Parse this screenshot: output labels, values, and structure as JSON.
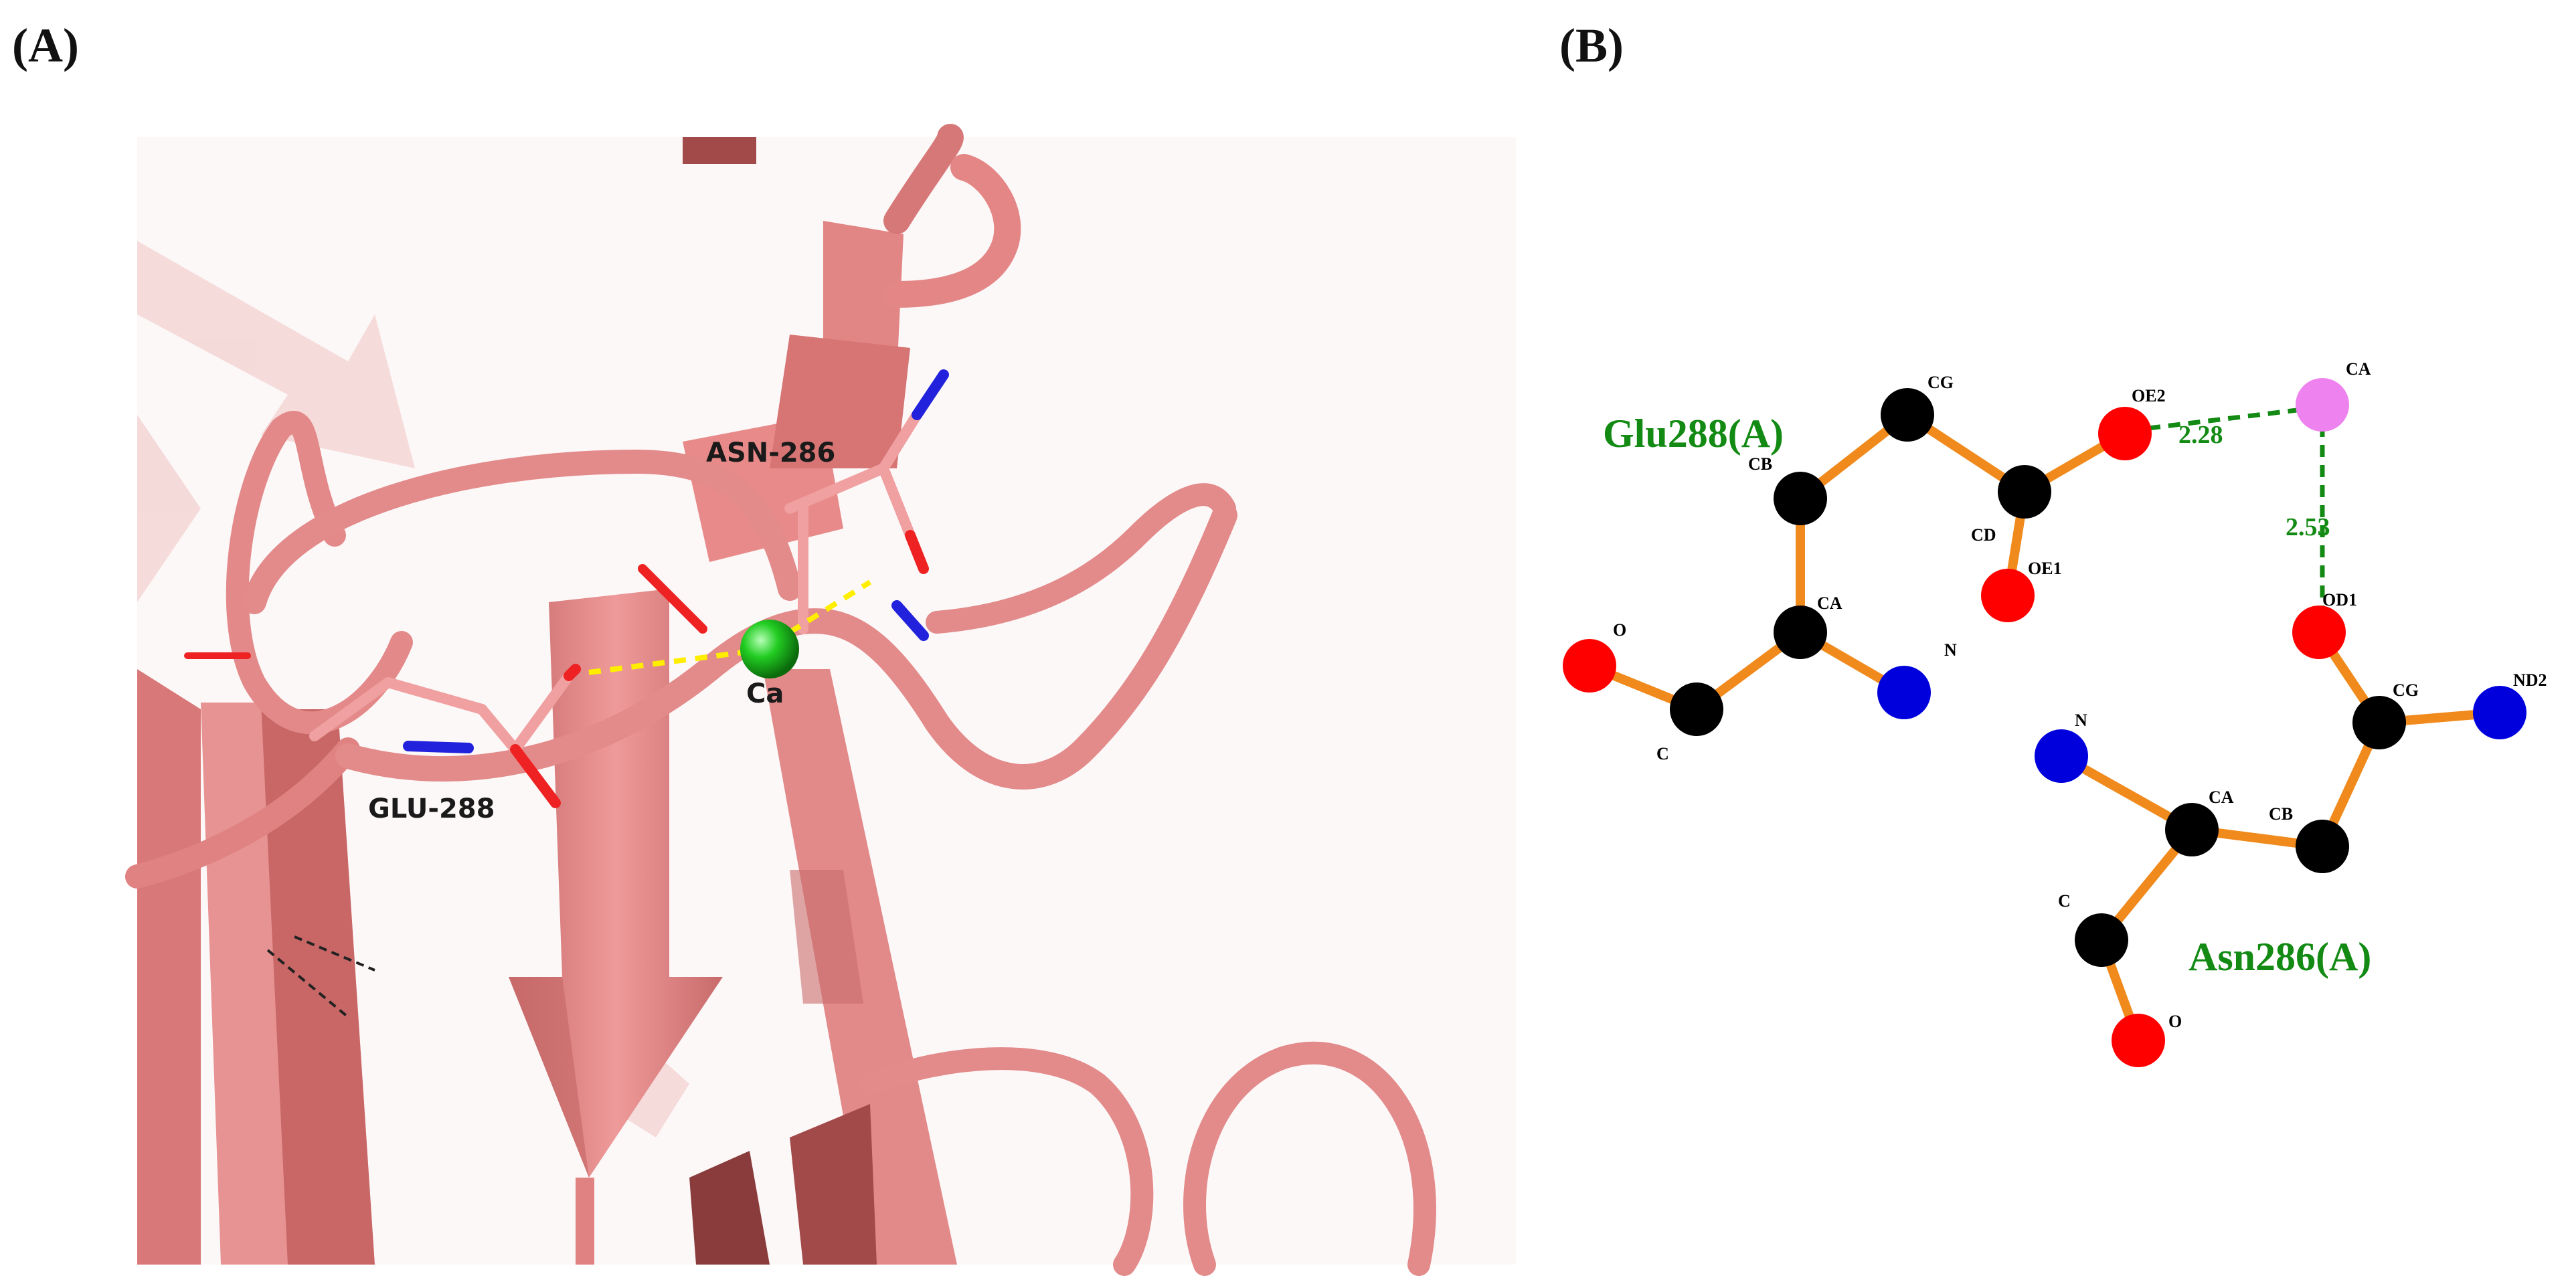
{
  "panels": {
    "a": {
      "label": "(A)"
    },
    "b": {
      "label": "(B)"
    }
  },
  "structure": {
    "labels": {
      "asn": "ASN-286",
      "glu": "GLU-288",
      "ion": "Ca"
    }
  },
  "ligplot": {
    "residues": {
      "glu": "Glu288(A)",
      "asn": "Asn286(A)"
    },
    "distances": {
      "oe2_ca": "2.28",
      "ca_od1": "2.53"
    },
    "atoms": {
      "glu_cg": "CG",
      "glu_cb": "CB",
      "glu_cd": "CD",
      "glu_oe2": "OE2",
      "glu_oe1": "OE1",
      "glu_ca": "CA",
      "glu_n": "N",
      "glu_o": "O",
      "glu_c": "C",
      "ion_ca": "CA",
      "asn_od1": "OD1",
      "asn_n": "N",
      "asn_cg": "CG",
      "asn_nd2": "ND2",
      "asn_ca": "CA",
      "asn_cb": "CB",
      "asn_c": "C",
      "asn_o": "O"
    }
  },
  "colors": {
    "ribbon": "#e08282",
    "ribbon_dark": "#b55a5a",
    "ribbon_light": "#f3b8b8",
    "carbon": "#000000",
    "oxygen": "#ff0000",
    "nitrogen": "#0000dd",
    "calcium_ion": "#22cc22",
    "ion_ligplot": "#ee82ee",
    "bond": "#f08a1c",
    "hbond": "#138a13",
    "metal_contact": "#ffee00"
  }
}
